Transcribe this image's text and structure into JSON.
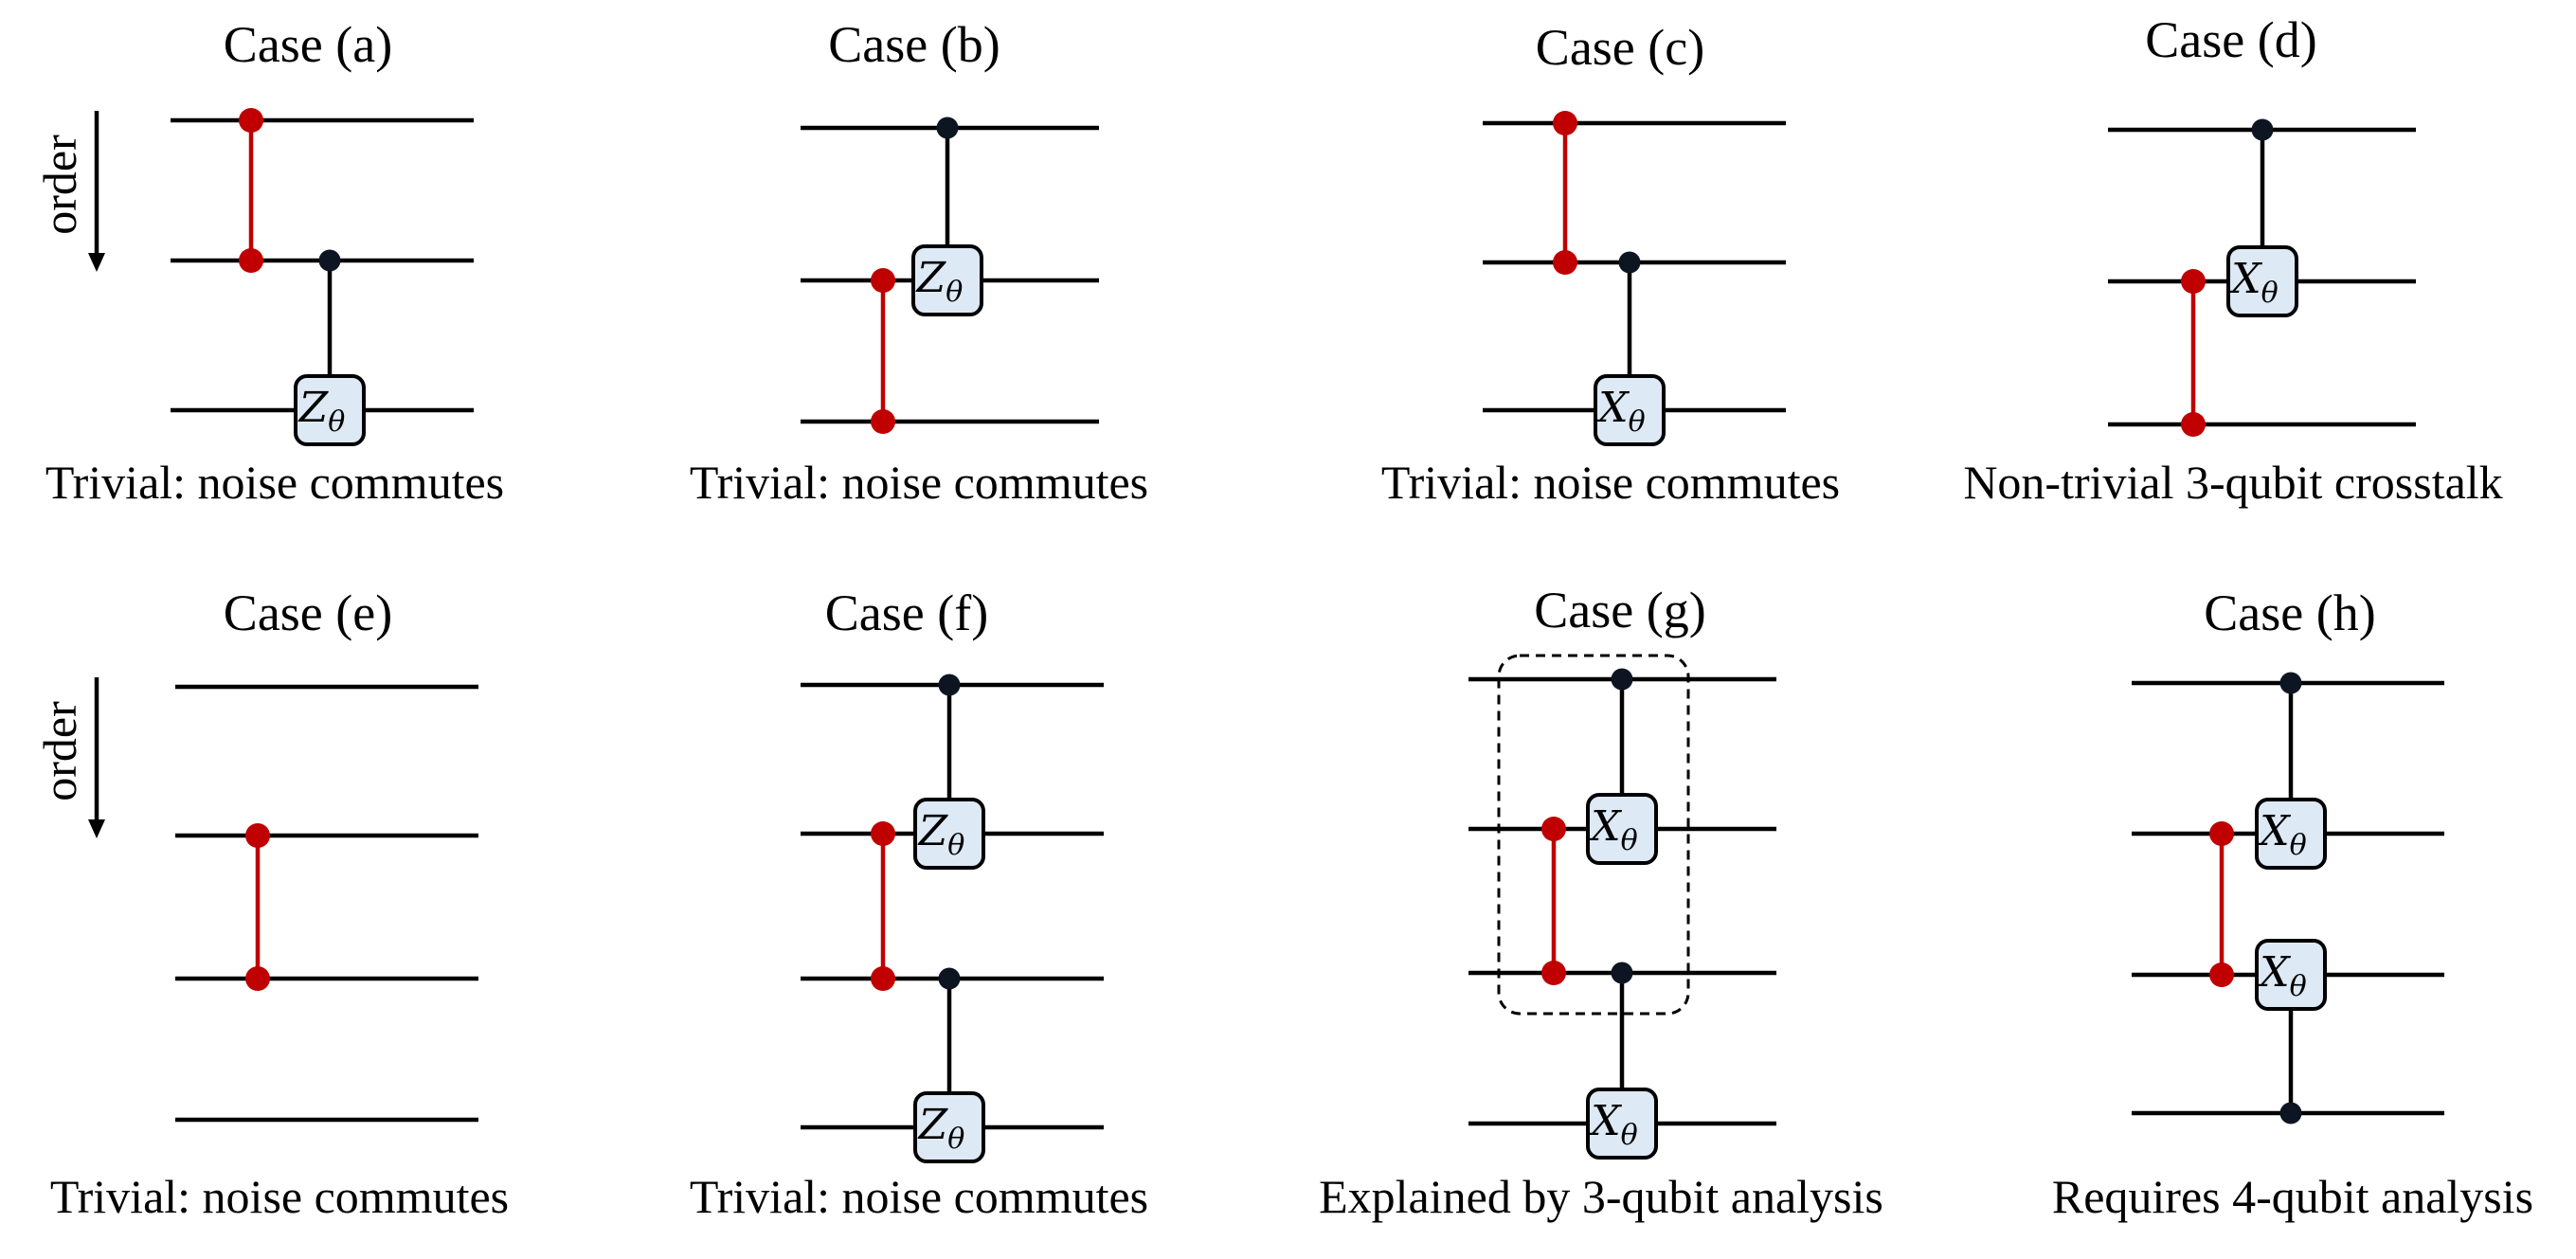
{
  "order_label": "order",
  "panels": [
    {
      "id": "a",
      "title": "Case (a)",
      "caption": "Trivial: noise commutes",
      "order_arrow": true,
      "red_pairs": [
        [
          0,
          1
        ]
      ],
      "gates": [
        {
          "type": "Z",
          "control": 1,
          "target": 2
        }
      ]
    },
    {
      "id": "b",
      "title": "Case (b)",
      "caption": "Trivial: noise commutes",
      "order_arrow": false,
      "red_pairs": [
        [
          1,
          2
        ]
      ],
      "gates": [
        {
          "type": "Z",
          "control": 0,
          "target": 1
        }
      ]
    },
    {
      "id": "c",
      "title": "Case (c)",
      "caption": "Trivial: noise commutes",
      "order_arrow": false,
      "red_pairs": [
        [
          0,
          1
        ]
      ],
      "gates": [
        {
          "type": "X",
          "control": 1,
          "target": 2
        }
      ]
    },
    {
      "id": "d",
      "title": "Case (d)",
      "caption": "Non-trivial 3-qubit crosstalk",
      "order_arrow": false,
      "red_pairs": [
        [
          1,
          2
        ]
      ],
      "gates": [
        {
          "type": "X",
          "control": 0,
          "target": 1
        }
      ]
    },
    {
      "id": "e",
      "title": "Case (e)",
      "caption": "Trivial: noise commutes",
      "order_arrow": true,
      "red_pairs": [
        [
          1,
          2
        ]
      ],
      "gates": []
    },
    {
      "id": "f",
      "title": "Case (f)",
      "caption": "Trivial: noise commutes",
      "order_arrow": false,
      "red_pairs": [
        [
          1,
          2
        ]
      ],
      "gates": [
        {
          "type": "Z",
          "control": 0,
          "target": 1
        },
        {
          "type": "Z",
          "control": 2,
          "target": 3
        }
      ]
    },
    {
      "id": "g",
      "title": "Case (g)",
      "caption": "Explained by 3-qubit analysis",
      "order_arrow": false,
      "red_pairs": [
        [
          1,
          2
        ]
      ],
      "gates": [
        {
          "type": "X",
          "control": 0,
          "target": 1
        },
        {
          "type": "X",
          "control": 2,
          "target": 3
        }
      ],
      "dashed_box": true
    },
    {
      "id": "h",
      "title": "Case (h)",
      "caption": "Requires 4-qubit analysis",
      "order_arrow": false,
      "red_pairs": [
        [
          1,
          2
        ]
      ],
      "gates": [
        {
          "type": "X",
          "control": 0,
          "target": 1
        },
        {
          "type": "X",
          "control": 3,
          "target": 2
        }
      ]
    }
  ]
}
